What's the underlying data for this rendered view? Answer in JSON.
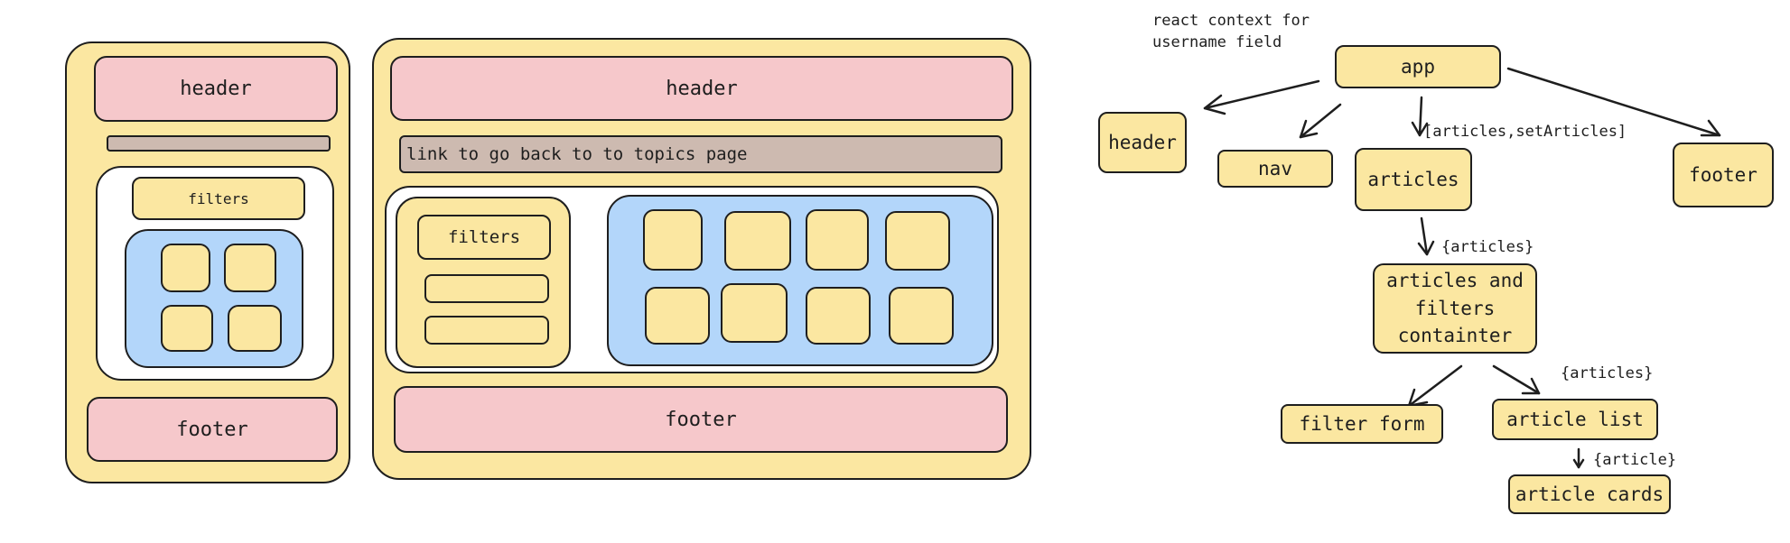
{
  "mobile_wireframe": {
    "header": "header",
    "filters": "filters",
    "footer": "footer"
  },
  "desktop_wireframe": {
    "header": "header",
    "nav_link": "link to go back to to topics page",
    "filters": "filters",
    "footer": "footer"
  },
  "tree": {
    "note": "react context for\nusername field",
    "app": "app",
    "header": "header",
    "nav": "nav",
    "articles": "articles",
    "footer": "footer",
    "articles_state_label": "[articles,setArticles]",
    "articles_prop_label": "{articles}",
    "container": "articles and filters containter",
    "list_prop_label": "{articles}",
    "filter_form": "filter form",
    "article_list": "article list",
    "card_prop_label": "{article}",
    "article_cards": "article cards"
  },
  "colors": {
    "outer": "#fbe7a1",
    "header_footer": "#f6c8cb",
    "nav_bar": "#cdbab0",
    "cards_panel": "#b3d6fa",
    "stroke": "#1e1e1e"
  }
}
